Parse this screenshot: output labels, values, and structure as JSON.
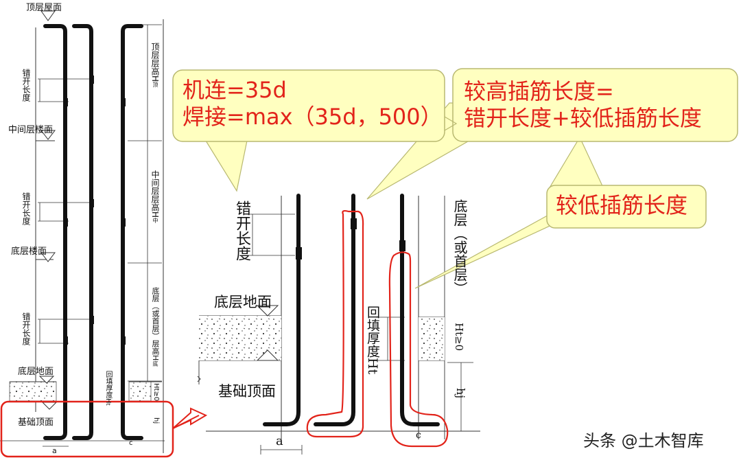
{
  "left_drawing": {
    "labels": {
      "top_roof": "顶层屋面",
      "middle_floor": "中间层楼面",
      "bottom_floor": "底层楼面",
      "ground": "底层地面",
      "foundation_top": "基础顶面",
      "stagger_1": "错开长度",
      "stagger_2": "错开长度",
      "stagger_3": "错开长度",
      "top_story_height": "顶层层高H",
      "top_story_sub": "顶",
      "mid_story_height": "中间层层高H",
      "mid_story_sub": "中",
      "bottom_story_height": "底层（或首层）层高H",
      "bottom_story_sub": "底",
      "backfill": "回填厚度H",
      "backfill_sub": "t",
      "ht": "Ht≥0",
      "hj": "hj",
      "a": "a",
      "c": "c"
    }
  },
  "right_drawing": {
    "labels": {
      "stagger": "错开长度",
      "ground": "底层地面",
      "foundation_top": "基础顶面",
      "backfill": "回填厚度Ht",
      "bottom_story": "底层（或首层）",
      "ht": "Ht≥0",
      "hj": "hj",
      "a": "a",
      "c": "c"
    }
  },
  "callouts": {
    "left": {
      "line1": "机连=35d",
      "line2": "焊接=max（35d，500）"
    },
    "right": {
      "line1": "较高插筋长度=",
      "line2": "错开长度+较低插筋长度"
    },
    "small": {
      "line1": "较低插筋长度"
    }
  },
  "watermark": "头条 @土木智库",
  "colors": {
    "callout_fill": "#ffffc0",
    "callout_stroke": "#b8b870",
    "accent_red": "#e2231a",
    "rebar": "#111111"
  }
}
